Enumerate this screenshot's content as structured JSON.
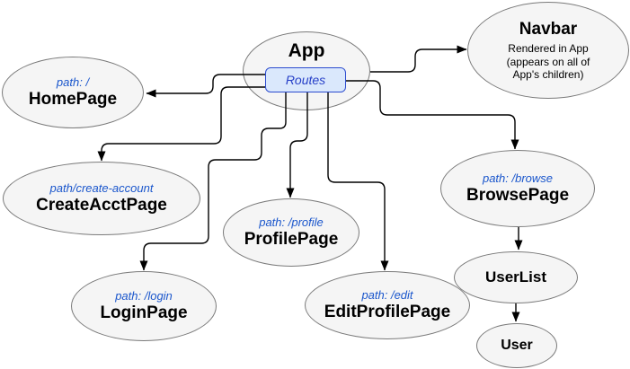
{
  "colors": {
    "node_fill": "#f5f5f5",
    "node_border": "#7a7a7a",
    "routes_fill": "#dae8fc",
    "routes_border": "#2c4ccf",
    "routes_text": "#2740c8",
    "path_text": "#1a56cc",
    "label_text": "#000000",
    "connector": "#000000"
  },
  "nodes": {
    "app": {
      "label": "App"
    },
    "routes": {
      "label": "Routes"
    },
    "navbar": {
      "label": "Navbar",
      "note": "Rendered in App\n(appears on all of\nApp's children)"
    },
    "homepage": {
      "path": "path: /",
      "label": "HomePage"
    },
    "createacct": {
      "path": "path/create-account",
      "label": "CreateAcctPage"
    },
    "profile": {
      "path": "path: /profile",
      "label": "ProfilePage"
    },
    "login": {
      "path": "path: /login",
      "label": "LoginPage"
    },
    "edit": {
      "path": "path: /edit",
      "label": "EditProfilePage"
    },
    "browse": {
      "path": "path: /browse",
      "label": "BrowsePage"
    },
    "userlist": {
      "label": "UserList"
    },
    "user": {
      "label": "User"
    }
  },
  "edges": [
    {
      "from": "Routes",
      "to": "HomePage"
    },
    {
      "from": "Routes",
      "to": "CreateAcctPage"
    },
    {
      "from": "Routes",
      "to": "LoginPage"
    },
    {
      "from": "Routes",
      "to": "ProfilePage"
    },
    {
      "from": "Routes",
      "to": "EditProfilePage"
    },
    {
      "from": "Routes",
      "to": "BrowsePage"
    },
    {
      "from": "App",
      "to": "Navbar"
    },
    {
      "from": "BrowsePage",
      "to": "UserList"
    },
    {
      "from": "UserList",
      "to": "User"
    }
  ]
}
